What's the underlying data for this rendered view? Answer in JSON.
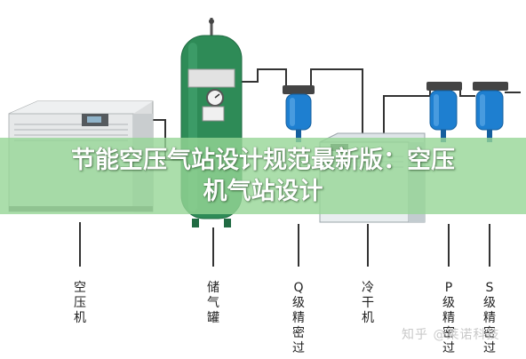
{
  "title": {
    "line1": "节能空压气站设计规范最新版：空压",
    "line2": "机气站设计"
  },
  "equipment_labels": [
    {
      "id": "compressor",
      "chars": [
        "空",
        "压",
        "机"
      ]
    },
    {
      "id": "tank",
      "chars": [
        "储",
        "气",
        "罐"
      ]
    },
    {
      "id": "q-filter",
      "chars": [
        "Q",
        "级",
        "精",
        "密",
        "过"
      ]
    },
    {
      "id": "dryer",
      "chars": [
        "冷",
        "干",
        "机"
      ]
    },
    {
      "id": "p-filter",
      "chars": [
        "P",
        "级",
        "精",
        "密",
        "过"
      ]
    },
    {
      "id": "s-filter",
      "chars": [
        "S",
        "级",
        "精",
        "密",
        "过"
      ]
    }
  ],
  "watermark": "知乎 @莱诺科技",
  "colors": {
    "tank_green": "#2e8b57",
    "filter_blue": "#1e7fd0",
    "banner_green": "#96d696",
    "pipe_dark": "#333333"
  }
}
